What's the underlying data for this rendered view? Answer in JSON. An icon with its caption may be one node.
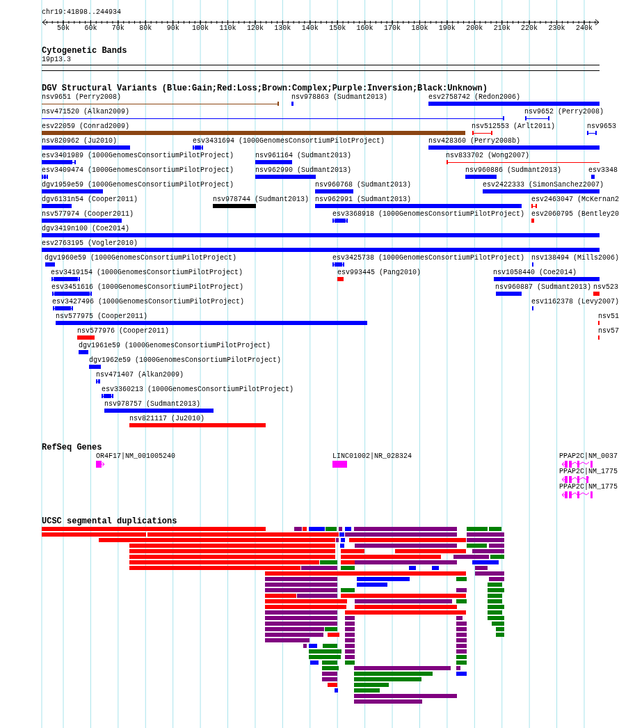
{
  "diagram": {
    "labels": [
      "chr19:41898..244934",
      "50k",
      "60k",
      "70k",
      "80k",
      "90k",
      "100k",
      "110k",
      "120k",
      "130k",
      "140k",
      "150k",
      "160k",
      "170k",
      "180k",
      "190k",
      "200k",
      "210k",
      "220k",
      "230k",
      "240k",
      "Cytogenetic Bands",
      "19p13.3",
      "DGV Structural Variants (Blue:Gain;Red:Loss;Brown:Complex;Purple:Inversion;Black:Unknown)",
      "nsv9651 (Perry2008)",
      "nsv978863 (Sudmant2013)",
      "esv2758742 (Redon2006)",
      "nsv471520 (Alkan2009)",
      "nsv9652 (Perry2008)",
      "esv22059 (Conrad2009)",
      "nsv512553 (Arlt2011)",
      "nsv9653",
      "nsv820962 (Ju2010)",
      "esv3431694 (1000GenomesConsortiumPilotProject)",
      "nsv428360 (Perry2008b)",
      "esv3401989 (1000GenomesConsortiumPilotProject)",
      "nsv961164 (Sudmant2013)",
      "nsv833702 (Wong2007)",
      "esv3409474 (1000GenomesConsortiumPilotProject)",
      "nsv962990 (Sudmant2013)",
      "nsv960886 (Sudmant2013)",
      "esv3348",
      "dgv1959e59 (1000GenomesConsortiumPilotProject)",
      "nsv960768 (Sudmant2013)",
      "esv2422333 (SimonSanchez2007)",
      "dgv6131n54 (Cooper2011)",
      "nsv978744 (Sudmant2013)",
      "nsv962991 (Sudmant2013)",
      "esv2463047 (McKernan2",
      "nsv577974 (Cooper2011)",
      "esv3368918 (1000GenomesConsortiumPilotProject)",
      "esv2060795 (Bentley20",
      "dgv3419n100 (Coe2014)",
      "esv2763195 (Vogler2010)",
      "dgv1960e59 (1000GenomesConsortiumPilotProject)",
      "esv3425738 (1000GenomesConsortiumPilotProject)",
      "nsv138494 (Mills2006)",
      "esv3419154 (1000GenomesConsortiumPilotProject)",
      "esv993445 (Pang2010)",
      "nsv1058440 (Coe2014)",
      "esv3451616 (1000GenomesConsortiumPilotProject)",
      "nsv960887 (Sudmant2013)",
      "nsv523",
      "esv3427496 (1000GenomesConsortiumPilotProject)",
      "esv1162378 (Levy2007)",
      "nsv577975 (Cooper2011)",
      "nsv51",
      "nsv577976 (Cooper2011)",
      "nsv57",
      "dgv1961e59 (1000GenomesConsortiumPilotProject)",
      "dgv1962e59 (1000GenomesConsortiumPilotProject)",
      "nsv471407 (Alkan2009)",
      "esv3360213 (1000GenomesConsortiumPilotProject)",
      "nsv978757 (Sudmant2013)",
      "nsv821117 (Ju2010)",
      "RefSeq Genes",
      "OR4F17|NM_001005240",
      "LINC01002|NR_028324",
      "PPAP2C|NM_0037",
      "PPAP2C|NM_1775",
      "PPAP2C|NM_1775",
      "UCSC segmental duplications"
    ]
  }
}
